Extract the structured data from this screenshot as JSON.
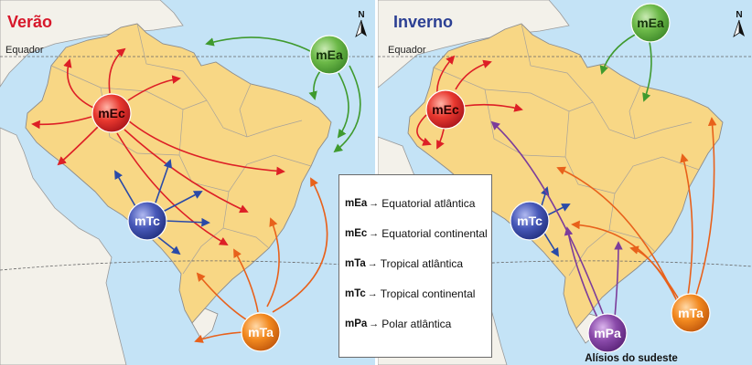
{
  "panels": [
    {
      "season": "Verão",
      "season_color": "#d7172a",
      "equator_label": "Equador",
      "north_label": "N"
    },
    {
      "season": "Inverno",
      "season_color": "#2b3f93",
      "equator_label": "Equador",
      "north_label": "N"
    }
  ],
  "air_masses": {
    "summer": [
      {
        "code": "mEa",
        "color": "#5fae3a"
      },
      {
        "code": "mEc",
        "color": "#e52a27"
      },
      {
        "code": "mTc",
        "color": "#3a4aa7"
      },
      {
        "code": "mTa",
        "color": "#f07c16"
      }
    ],
    "winter": [
      {
        "code": "mEa",
        "color": "#5fae3a"
      },
      {
        "code": "mEc",
        "color": "#e52a27"
      },
      {
        "code": "mTc",
        "color": "#3a4aa7"
      },
      {
        "code": "mPa",
        "color": "#7b3a9a"
      },
      {
        "code": "mTa",
        "color": "#f07c16"
      }
    ]
  },
  "winter_caption": "Alísios do sudeste",
  "legend": [
    {
      "code": "mEa",
      "arrow": "→",
      "label": "Equatorial atlântica"
    },
    {
      "code": "mEc",
      "arrow": "→",
      "label": "Equatorial continental"
    },
    {
      "code": "mTa",
      "arrow": "→",
      "label": "Tropical atlântica"
    },
    {
      "code": "mTc",
      "arrow": "→",
      "label": "Tropical continental"
    },
    {
      "code": "mPa",
      "arrow": "→",
      "label": "Polar atlântica"
    }
  ],
  "colors": {
    "ocean": "#c4e3f6",
    "land_brazil": "#f8d785",
    "land_other": "#f3f1ea",
    "border": "#8c8c8c",
    "arrow_green": "#3f9a2e",
    "arrow_red": "#dd1f26",
    "arrow_blue": "#2a4aa8",
    "arrow_orange": "#e8611b",
    "arrow_purple": "#7c3d9b"
  }
}
